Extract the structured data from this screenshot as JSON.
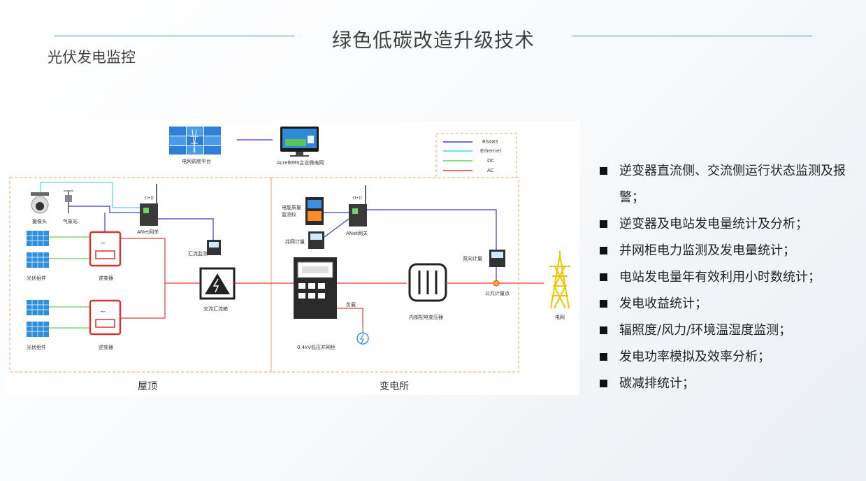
{
  "header": {
    "title": "绿色低碳改造升级技术",
    "section": "光伏发电监控"
  },
  "diagram": {
    "legend": [
      "RS485",
      "Ethernet",
      "DC",
      "AC"
    ],
    "nodes": {
      "grid_dispatch": "电网调度平台",
      "acrel_ems": "AcrelEMS企业微电网",
      "camera": "摄像头",
      "weather": "气象站",
      "anet_roof": "ANet网关",
      "pv1": "光伏组件",
      "pv2": "光伏组件",
      "inv1": "逆变器",
      "inv2": "逆变器",
      "combiner_meter": "汇流监测",
      "combiner_box": "交流汇流箱",
      "pq_monitor": "电能质量\n监测仪",
      "anet_sub": "ANet网关",
      "grid_meter": "并网计量",
      "load": "负载",
      "cabinet": "0.4kV低压并网柜",
      "transformer": "内部配电变压器",
      "bidir_meter": "双向计量",
      "pcc": "公共计量点",
      "grid": "电网"
    },
    "zones": {
      "roof": "屋顶",
      "substation": "变电所"
    },
    "colors": {
      "rs485": "#3b3bd1",
      "ethernet": "#4fd4e6",
      "dc": "#5fd35f",
      "ac": "#e33a3a",
      "zone": "#f0a064",
      "device_red": "#d8322f"
    }
  },
  "bullets": [
    "逆变器直流侧、交流侧运行状态监测及报警；",
    "逆变器及电站发电量统计及分析；",
    "并网柜电力监测及发电量统计；",
    "电站发电量年有效利用小时数统计；",
    "发电收益统计；",
    "辐照度/风力/环境温湿度监测；",
    "发电功率模拟及效率分析；",
    "碳减排统计；"
  ]
}
